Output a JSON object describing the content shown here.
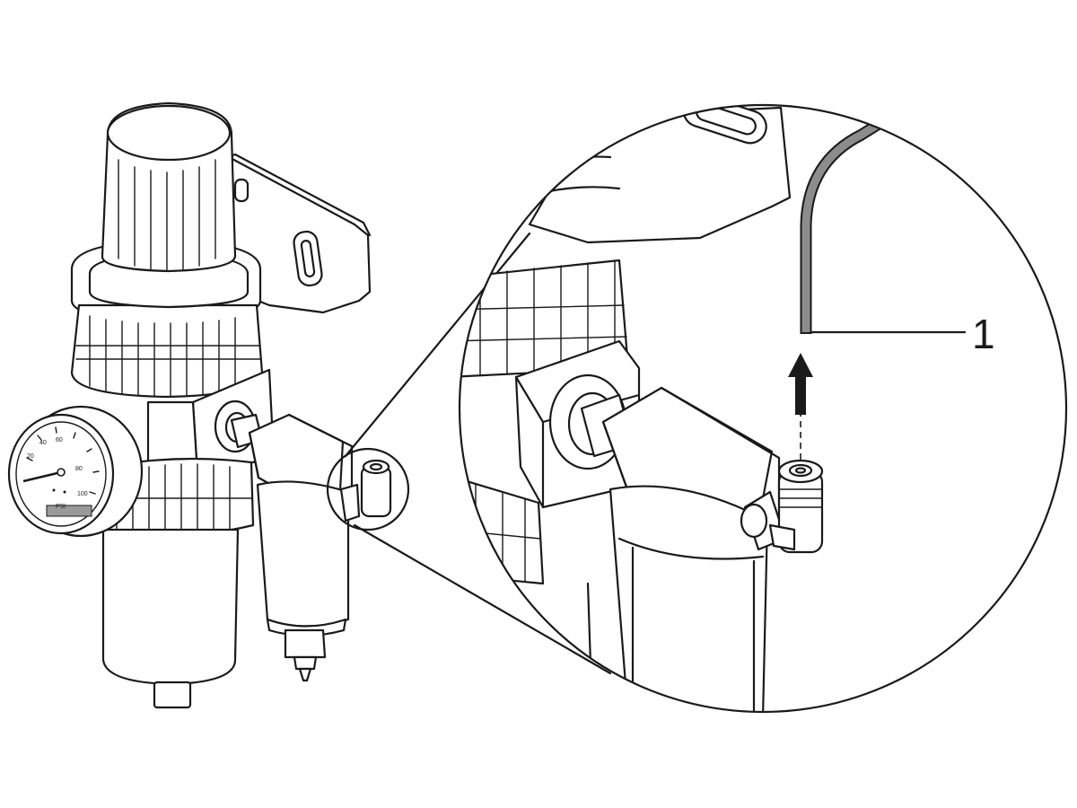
{
  "diagram": {
    "callout": {
      "number": "1"
    },
    "gauge": {
      "unit": "PSI",
      "scale": [
        "20",
        "40",
        "60",
        "80",
        "100"
      ]
    },
    "colors": {
      "line": "#1a1a1a",
      "hose": "#8c8c8c",
      "gauge_label_bar": "#9a9a9a",
      "background": "#ffffff"
    }
  }
}
